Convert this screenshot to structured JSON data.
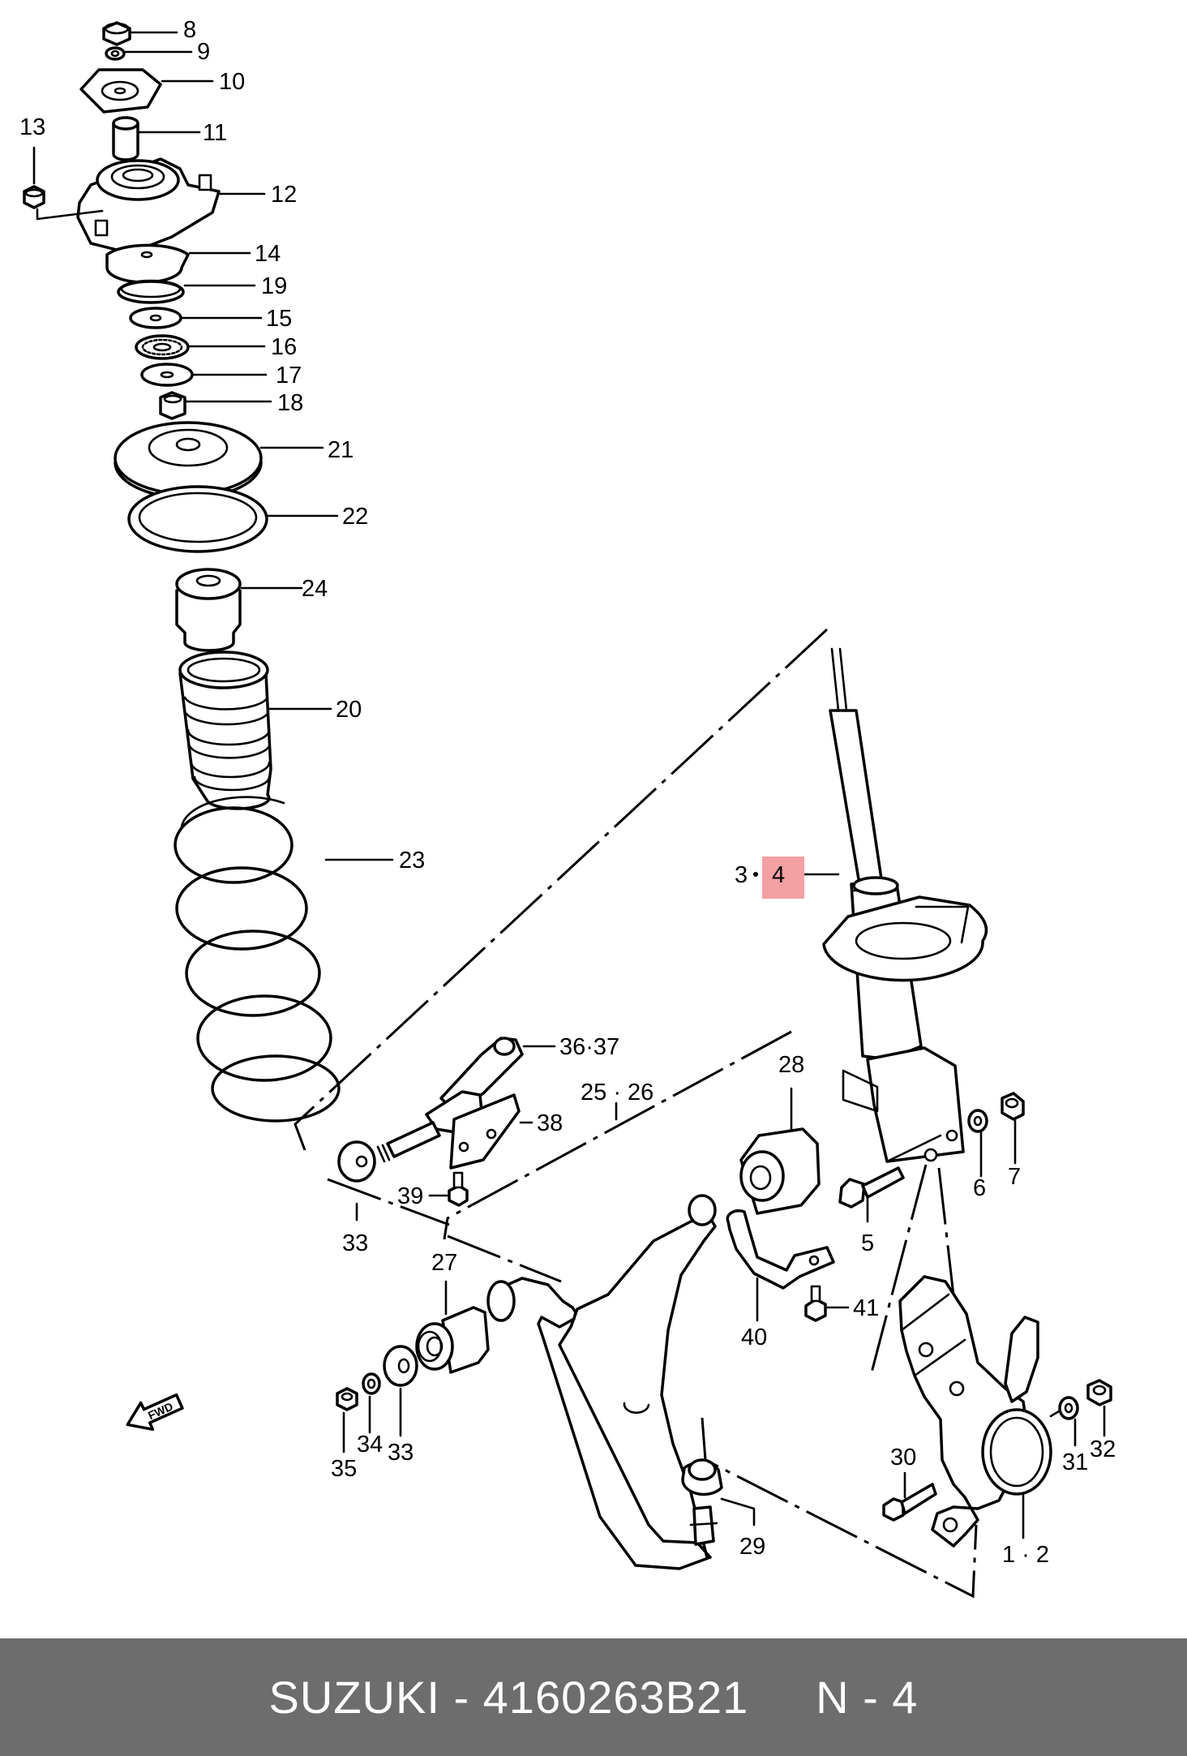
{
  "callouts": [
    {
      "id": "8",
      "text": "8"
    },
    {
      "id": "9",
      "text": "9"
    },
    {
      "id": "10",
      "text": "10"
    },
    {
      "id": "11",
      "text": "11"
    },
    {
      "id": "13",
      "text": "13"
    },
    {
      "id": "12",
      "text": "12"
    },
    {
      "id": "14",
      "text": "14"
    },
    {
      "id": "19",
      "text": "19"
    },
    {
      "id": "15",
      "text": "15"
    },
    {
      "id": "16",
      "text": "16"
    },
    {
      "id": "17",
      "text": "17"
    },
    {
      "id": "18",
      "text": "18"
    },
    {
      "id": "21",
      "text": "21"
    },
    {
      "id": "22",
      "text": "22"
    },
    {
      "id": "24",
      "text": "24"
    },
    {
      "id": "20",
      "text": "20"
    },
    {
      "id": "23",
      "text": "23"
    },
    {
      "id": "3",
      "text": "3"
    },
    {
      "id": "4",
      "text": "4",
      "highlight": true
    },
    {
      "id": "36-37",
      "text": "36·37"
    },
    {
      "id": "25-26",
      "text": "25 · 26"
    },
    {
      "id": "28",
      "text": "28"
    },
    {
      "id": "38",
      "text": "38"
    },
    {
      "id": "6",
      "text": "6"
    },
    {
      "id": "7",
      "text": "7"
    },
    {
      "id": "39",
      "text": "39"
    },
    {
      "id": "33a",
      "text": "33"
    },
    {
      "id": "5",
      "text": "5"
    },
    {
      "id": "27",
      "text": "27"
    },
    {
      "id": "41",
      "text": "41"
    },
    {
      "id": "40",
      "text": "40"
    },
    {
      "id": "30",
      "text": "30"
    },
    {
      "id": "31",
      "text": "31"
    },
    {
      "id": "32",
      "text": "32"
    },
    {
      "id": "34",
      "text": "34"
    },
    {
      "id": "33b",
      "text": "33"
    },
    {
      "id": "35",
      "text": "35"
    },
    {
      "id": "29",
      "text": "29"
    },
    {
      "id": "1-2",
      "text": "1 · 2"
    }
  ],
  "fwd_label": "FWD",
  "highlight_color": "#f4a0a3",
  "footer": {
    "text": "SUZUKI - 4160263B21     N - 4",
    "background": "#6d6d6d"
  }
}
